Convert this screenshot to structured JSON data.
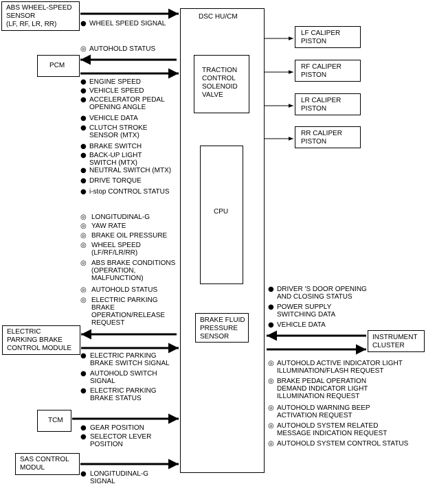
{
  "boxes": {
    "abs_sensor": "ABS WHEEL-SPEED\nSENSOR\n(LF, RF, LR, RR)",
    "dsc": "DSC HU/CM",
    "pcm": "PCM",
    "traction_valve": "TRACTION\nCONTROL\nSOLENOID\nVALVE",
    "cpu": "CPU",
    "brake_fluid_sensor": "BRAKE FLUID\nPRESSURE\nSENSOR",
    "lf_caliper": "LF CALIPER\nPISTON",
    "rf_caliper": "RF CALIPER\nPISTON",
    "lr_caliper": "LR CALIPER\nPISTON",
    "rr_caliper": "RR CALIPER\nPISTON",
    "epb_module": "ELECTRIC\nPARKING BRAKE\nCONTROL MODULE",
    "instrument_cluster": "INSTRUMENT\nCLUSTER",
    "tcm": "TCM",
    "sas_module": "SAS CONTROL\nMODUL"
  },
  "signals": {
    "wheel_speed": "WHEEL SPEED SIGNAL",
    "pcm_out": [
      "AUTOHOLD STATUS"
    ],
    "pcm_in": [
      "ENGINE SPEED",
      "VEHICLE SPEED",
      "ACCELERATOR PEDAL\nOPENING ANGLE",
      "VEHICLE DATA",
      "CLUTCH STROKE\nSENSOR (MTX)",
      "BRAKE SWITCH",
      "BACK-UP LIGHT\nSWITCH (MTX)",
      "NEUTRAL SWITCH (MTX)",
      "DRIVE TORQUE",
      "i-stop CONTROL STATUS"
    ],
    "epb_out": [
      "LONGITUDINAL-G",
      "YAW RATE",
      "BRAKE OIL PRESSURE",
      "WHEEL SPEED\n(LF/RF/LR/RR)",
      "ABS BRAKE CONDITIONS\n(OPERATION,\nMALFUNCTION)",
      "AUTOHOLD STATUS",
      "ELECTRIC PARKING\nBRAKE\nOPERATION/RELEASE\nREQUEST"
    ],
    "epb_in": [
      "ELECTRIC PARKING\nBRAKE SWITCH SIGNAL",
      "AUTOHOLD SWITCH\nSIGNAL",
      "ELECTRIC PARKING\nBRAKE STATUS"
    ],
    "ic_in": [
      "DRIVER 'S DOOR OPENING\nAND CLOSING STATUS",
      "POWER SUPPLY\nSWITCHING DATA",
      "VEHICLE DATA"
    ],
    "ic_out": [
      "AUTOHOLD ACTIVE INDICATOR LIGHT\nILLUMINATION/FLASH REQUEST",
      "BRAKE PEDAL OPERATION\nDEMAND INDICATOR LIGHT\nILLUMINATION REQUEST",
      "AUTOHOLD WARNING BEEP\nACTIVATION REQUEST",
      "AUTOHOLD SYSTEM RELATED\nMESSAGE INDICATION REQUEST",
      "AUTOHOLD SYSTEM CONTROL STATUS"
    ],
    "tcm_in": [
      "GEAR POSITION",
      "SELECTOR LEVER\nPOSITION"
    ],
    "sas_in": [
      "LONGITUDINAL-G\nSIGNAL"
    ]
  },
  "legend_symbols": {
    "filled": "●",
    "hollow": "◎"
  },
  "colors": {
    "ink": "#000000",
    "background": "#ffffff"
  }
}
